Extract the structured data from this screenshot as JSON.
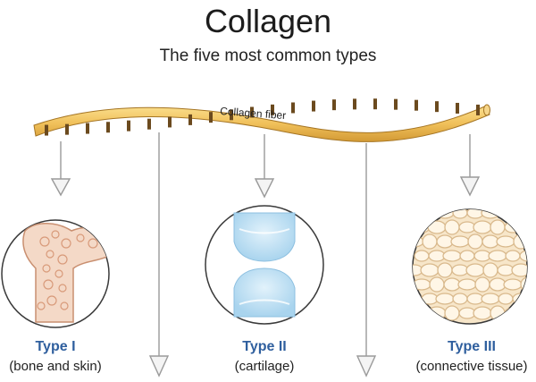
{
  "header": {
    "title": "Collagen",
    "subtitle": "The five most common types"
  },
  "fiber": {
    "label": "Collagen fiber"
  },
  "types": [
    {
      "title": "Type I",
      "desc": "(bone and skin)",
      "icon": "bone-icon"
    },
    {
      "title": "Type II",
      "desc": "(cartilage)",
      "icon": "cartilage-joint-icon"
    },
    {
      "title": "Type III",
      "desc": "(connective tissue)",
      "icon": "connective-tissue-icon"
    }
  ],
  "colors": {
    "type_title": "#2f5f9e",
    "fiber_fill": "#f0c05a",
    "fiber_band": "#7a5a2a",
    "arrow": "#9a9a9a",
    "circle_stroke": "#3a3a3a"
  }
}
